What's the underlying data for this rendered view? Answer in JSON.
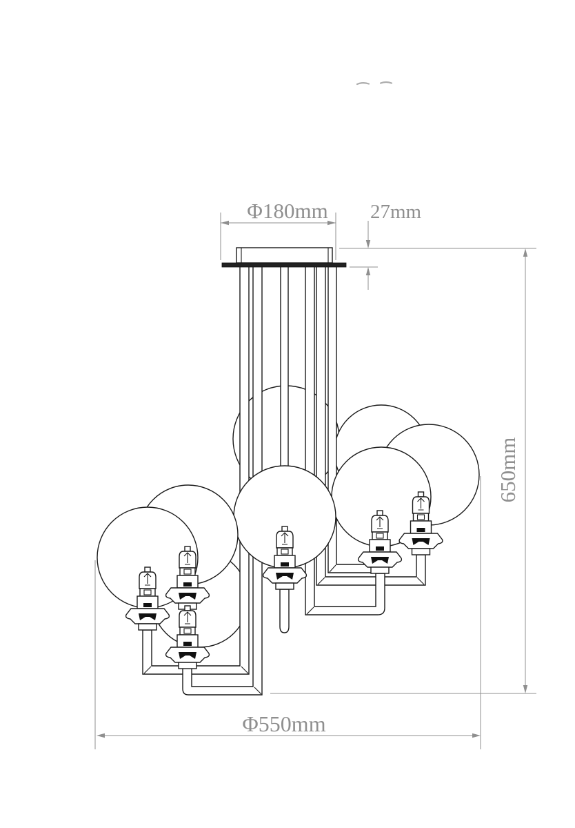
{
  "drawing": {
    "dimensions": {
      "canopy_diameter_label": "Φ180mm",
      "canopy_height_label": "27mm",
      "overall_height_label": "650mm",
      "overall_diameter_label": "Φ550mm"
    },
    "globe_count": 8,
    "visible_bulb_count": 6
  },
  "colors": {
    "line": "#1a1a1a",
    "dimension": "#8f8f8f",
    "background": "#ffffff",
    "plate": "#222222"
  }
}
